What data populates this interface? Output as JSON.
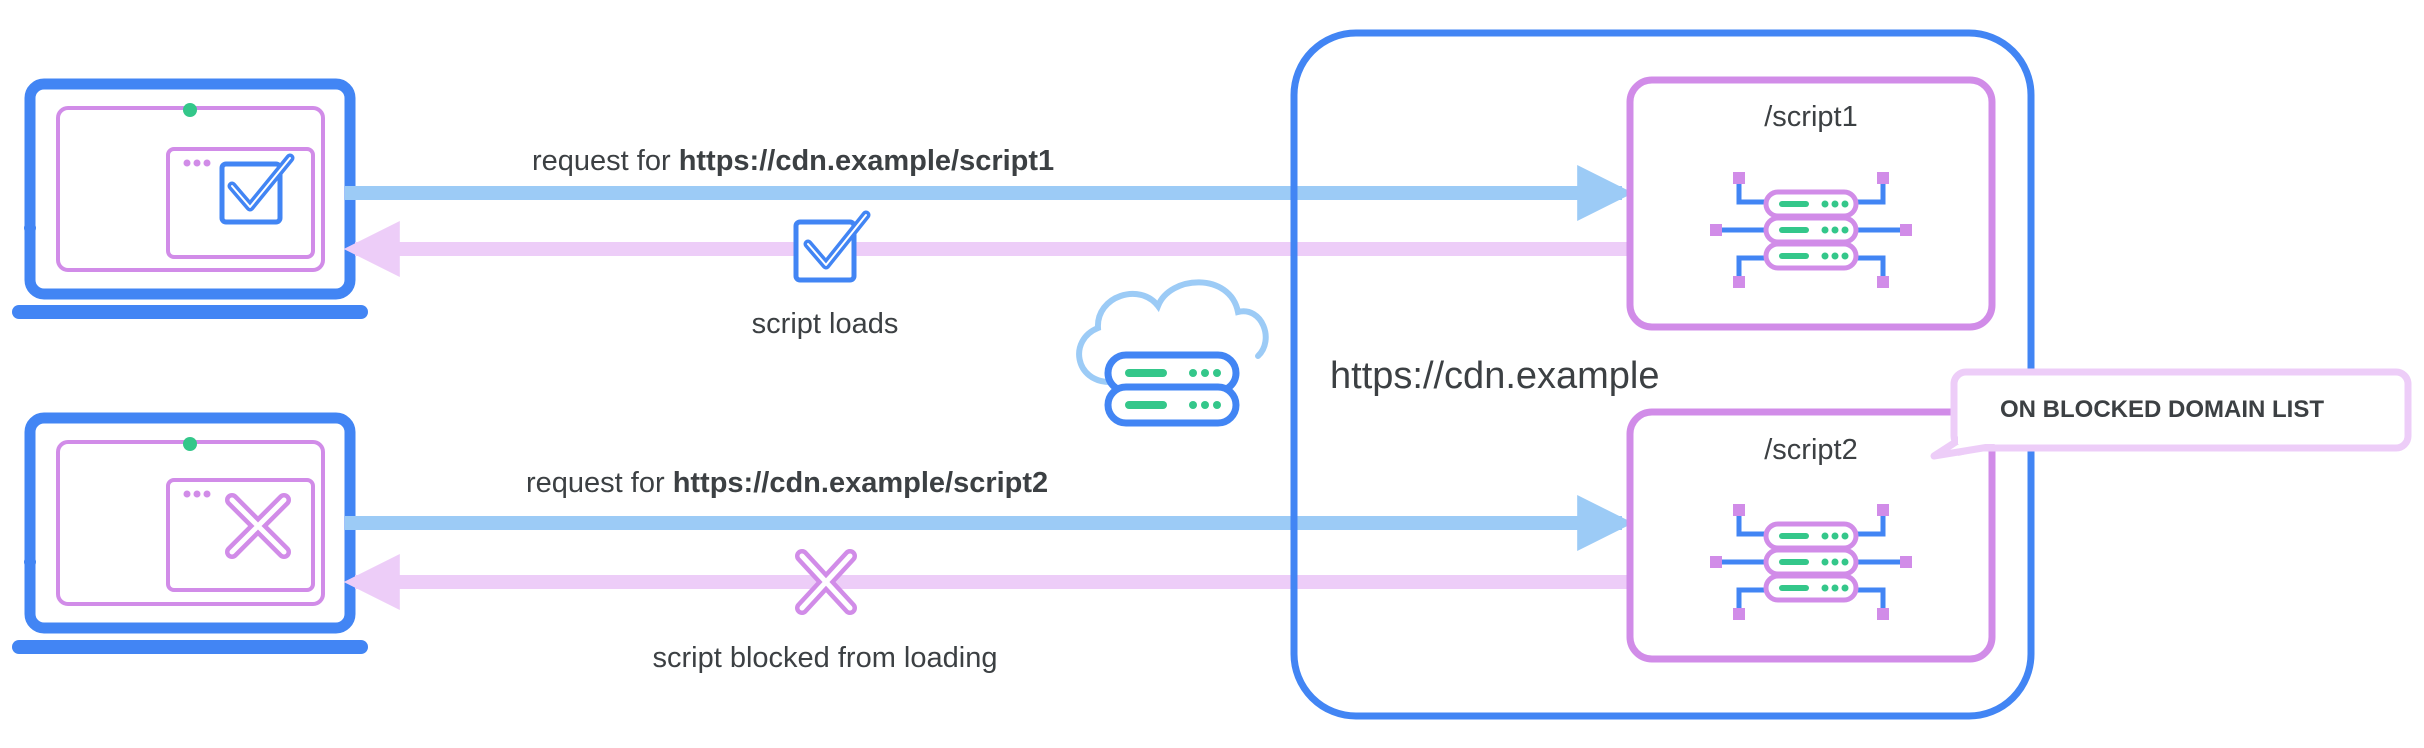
{
  "colors": {
    "blue": "#4285f4",
    "purple": "#d18ce8",
    "light_blue": "#9ccbf6",
    "light_purple": "#edcdf8",
    "green": "#34c78a",
    "text": "#3c4043"
  },
  "flows": [
    {
      "request_prefix": "request for ",
      "request_url": "https://cdn.example/script1",
      "result_label": "script loads",
      "result_icon": "checkmark-icon"
    },
    {
      "request_prefix": "request for ",
      "request_url": "https://cdn.example/script2",
      "result_label": "script blocked from loading",
      "result_icon": "cross-icon"
    }
  ],
  "cdn": {
    "domain_label": "https://cdn.example",
    "scripts": [
      {
        "path": "/script1"
      },
      {
        "path": "/script2"
      }
    ],
    "blocked_callout": "ON BLOCKED DOMAIN LIST"
  }
}
